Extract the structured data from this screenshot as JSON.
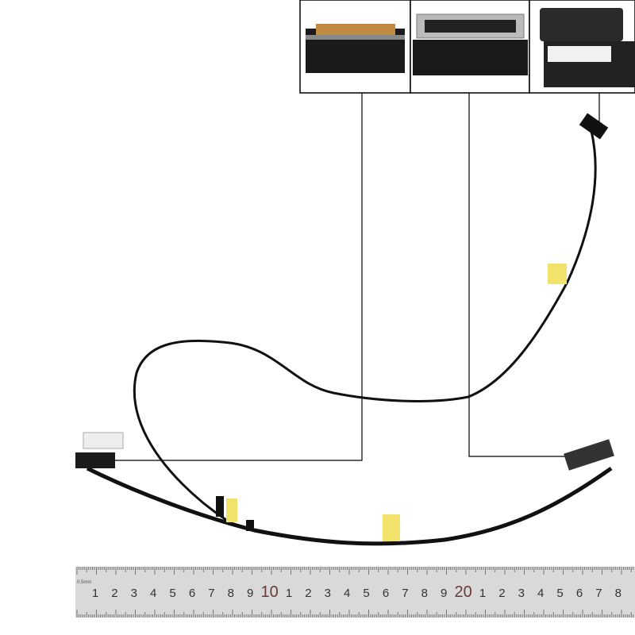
{
  "photo": {
    "subject": "",
    "inset_labels": [],
    "ruler": {
      "unit_top": "0.5mm",
      "unit_mm": "mm",
      "labels": [
        "1",
        "2",
        "3",
        "4",
        "5",
        "6",
        "7",
        "8",
        "9",
        "10",
        "1",
        "2",
        "3",
        "4",
        "5",
        "6",
        "7",
        "8",
        "9",
        "20",
        "1",
        "2",
        "3",
        "4",
        "5",
        "6",
        "7",
        "8"
      ]
    },
    "colors": {
      "cable": "#111111",
      "tape": "#f0e26a",
      "ruler": "#d9d9d9",
      "inset_gold": "#c08a40"
    }
  }
}
